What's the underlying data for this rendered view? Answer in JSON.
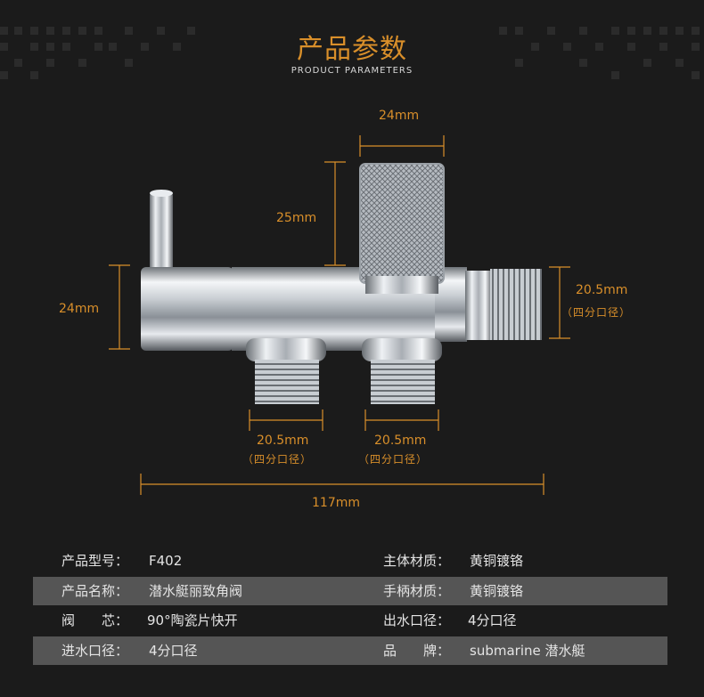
{
  "header": {
    "title": "产品参数",
    "subtitle": "PRODUCT PARAMETERS"
  },
  "dimensions": {
    "top_width": "24mm",
    "handle_height": "25mm",
    "body_height": "24mm",
    "right_outlet": "20.5mm",
    "right_outlet_note": "（四分口径）",
    "bottom_left": "20.5mm",
    "bottom_left_note": "（四分口径）",
    "bottom_right": "20.5mm",
    "bottom_right_note": "（四分口径）",
    "total_length": "117mm"
  },
  "specs": [
    {
      "left_label": "产品型号：",
      "left_value": "F402",
      "right_label": "主体材质：",
      "right_value": "黄铜镀铬"
    },
    {
      "left_label": "产品名称：",
      "left_value": "潜水艇丽致角阀",
      "right_label": "手柄材质：",
      "right_value": "黄铜镀铬"
    },
    {
      "left_label": "阀　　芯：",
      "left_value": "90°陶瓷片快开",
      "right_label": "出水口径：",
      "right_value": "4分口径"
    },
    {
      "left_label": "进水口径：",
      "left_value": "4分口径",
      "right_label": "品　　牌：",
      "right_value": "submarine 潜水艇"
    }
  ],
  "colors": {
    "background": "#1b1b1b",
    "accent": "#d98f2a",
    "row_alt": "#555555",
    "text": "#e4e4e4"
  }
}
